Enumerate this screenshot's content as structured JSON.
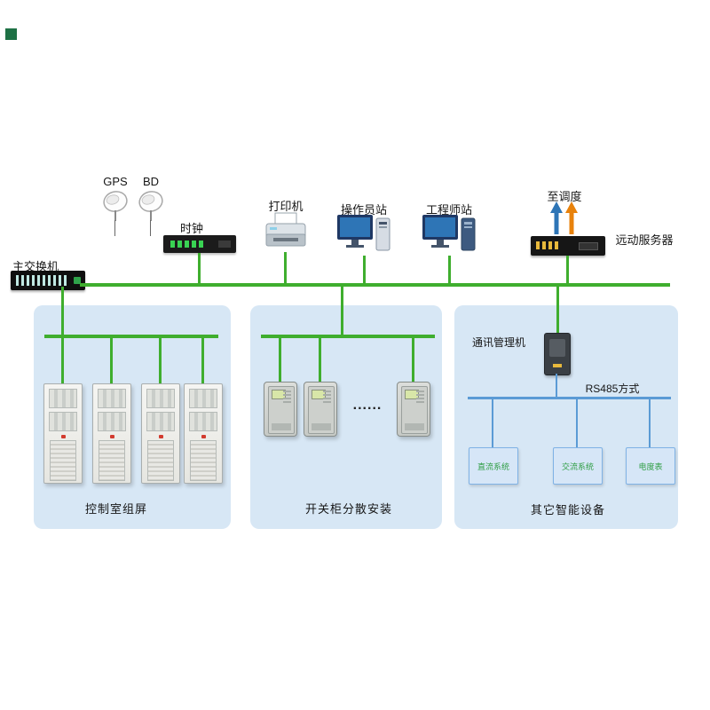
{
  "colors": {
    "bus_green": "#3fae2e",
    "bus_blue": "#5b9bd5",
    "panel_bg": "#d7e7f5",
    "arrow_blue": "#2e75b6",
    "arrow_orange": "#e8820c",
    "box_text_green": "#2f9e44"
  },
  "top": {
    "gps": "GPS",
    "bd": "BD",
    "clock": "时钟",
    "printer": "打印机",
    "operator_station": "操作员站",
    "engineer_station": "工程师站",
    "to_dispatch": "至调度",
    "remote_server": "远动服务器",
    "main_switch": "主交换机"
  },
  "panels": {
    "control_room": {
      "label": "控制室组屏"
    },
    "switchgear": {
      "label": "开关柜分散安装",
      "ellipsis": "......"
    },
    "other": {
      "comm_manager": "通讯管理机",
      "rs485": "RS485方式",
      "boxes": [
        "直流系统",
        "交流系统",
        "电度表"
      ],
      "label": "其它智能设备"
    }
  }
}
